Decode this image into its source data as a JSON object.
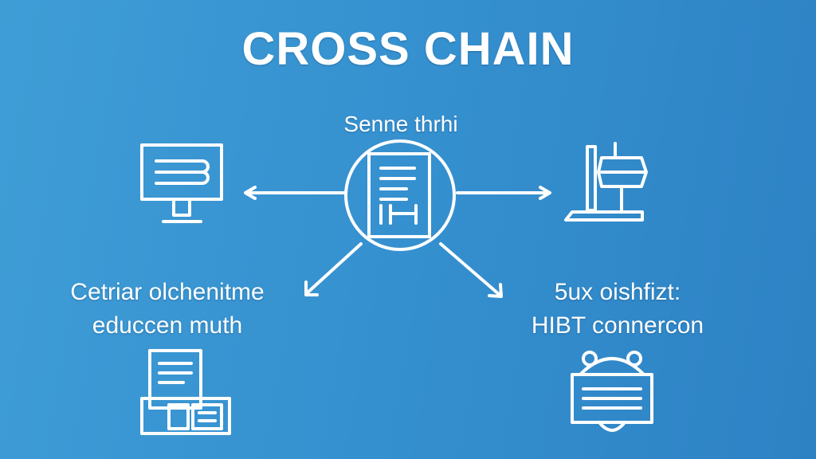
{
  "title": "CROSS CHAIN",
  "center_label": "Senne thrhi",
  "left_label": {
    "line1": "Cetriar olchenitme",
    "line2": "educcen muth"
  },
  "right_label": {
    "line1": "5ux oishfizt:",
    "line2": "HIBT connercon"
  },
  "colors": {
    "background": "#3590cf",
    "foreground": "#ffffff"
  }
}
